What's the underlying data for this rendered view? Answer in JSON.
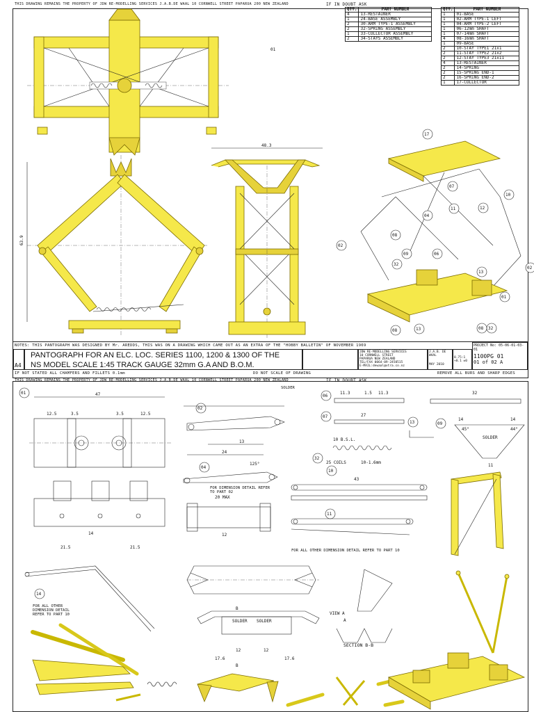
{
  "sheet1": {
    "header_note": "THIS DRAWING REMAINS THE PROPERTY OF JDW RE-MODELLING SERVICES J.A.B.DE WAAL 10 CORNWELL STREET PAPARUA 200 NEW ZEALAND",
    "if_in_doubt": "IF IN DOUBT ASK",
    "bom_left": {
      "headers": [
        "QTY.",
        "PART NUMBER"
      ],
      "rows": [
        [
          "4",
          "13-RESTAINER"
        ],
        [
          "1",
          "24-BASE ASSEMBLY"
        ],
        [
          "2",
          "30-ARM TYPE-1 ASSEMBLY"
        ],
        [
          "2",
          "32-SPRING ASSEMBLY"
        ],
        [
          "1",
          "33-COLLECTOR ASSEMBLY"
        ],
        [
          "2",
          "34-STAYS ASSEMBLY"
        ]
      ]
    },
    "bom_right": {
      "headers": [
        "QTY.",
        "PART NUMBER"
      ],
      "rows": [
        [
          "1",
          "01-BASE"
        ],
        [
          "1",
          "02-ARM TYPE-1 LEFT"
        ],
        [
          "1",
          "04-ARM TYPE-2 LEFT"
        ],
        [
          "1",
          "06-12mm SHAFT"
        ],
        [
          "1",
          "07-14mm SHAFT"
        ],
        [
          "4",
          "08-16mm SHAFT"
        ],
        [
          "1",
          "09-BASE"
        ],
        [
          "2",
          "10-STAY TYPE1 21x1"
        ],
        [
          "2",
          "11-STAY TYPE2 21x2"
        ],
        [
          "2",
          "12-STAY TYPE3 21x11"
        ],
        [
          "4",
          "13-RESTAINER"
        ],
        [
          "2",
          "14-SPRING"
        ],
        [
          "2",
          "15-SPRING END-1"
        ],
        [
          "2",
          "16-SPRING END-2"
        ],
        [
          "1",
          "17-COLLECTOR"
        ]
      ]
    },
    "dims": {
      "width": "48.3",
      "height": "63.9"
    },
    "balloons": [
      "17",
      "10",
      "07",
      "12",
      "11",
      "01",
      "04",
      "09",
      "08",
      "02",
      "32",
      "06",
      "13",
      "02",
      "01",
      "08",
      "13",
      "32",
      "08"
    ],
    "notes": "NOTES: THIS PANTOGRAPH WAS DESIGNED BY Mr. AREDDS, THIS WAS ON A DRAWING WHICH CAME OUT AS AN EXTRA OF THE \"HOBBY BALLETIN\" OF NOVEMBER 1969",
    "project_no_label": "PROJECT No:",
    "project_no": "05-06-01-03-01",
    "size": "A4",
    "title_line1": "PANTOGRAPH FOR AN ELC. LOC. SERIES 1100, 1200 & 1300 OF THE",
    "title_line2": "NS MODEL SCALE 1:45 TRACK GAUGE 32mm G.A AND B.O.M.",
    "company_lines": [
      "JDW RE-MODELLING SERVICES",
      "10 CORNWELL STREET",
      "PAPARUA NEW ZEALAND",
      "TEL/FAX 0064-09-2450515",
      "E-MAIL:dewaal@xtra.co.nz"
    ],
    "drawn_by": "J.A.B. DE WAAL",
    "date": "MAY 2010",
    "scale_line1": "0.75:1",
    "scale_line2": "+0.1 ±0",
    "drawing_no": "1100PG",
    "rev_sheet": "01",
    "sheet_of": "01 of 02",
    "rev": "A",
    "footer_left": "IF NOT STATED ALL CHAMFERS AND FILLETS 0.1mm",
    "footer_mid": "DO NOT SCALE OF DRAWING",
    "footer_right": "REMOVE ALL BURS AND SHARP EDGES"
  },
  "sheet2": {
    "header_note": "THIS DRAWING REMAINS THE PROPERTY OF JDW RE-MODELLING SERVICES J.A.B.DE WAAL 10 CORNWELL STREET PAPARUA 200 NEW ZEALAND",
    "if_in_doubt": "IF IN DOUBT ASK",
    "part_balloons": [
      "01",
      "02",
      "04",
      "06",
      "07",
      "32",
      "10",
      "11",
      "13",
      "09",
      "14"
    ],
    "dims_base": {
      "length": "47",
      "d1": "12.5",
      "d2": "3.5",
      "d3": "3.5",
      "d4": "12.5",
      "h1": "14",
      "h2": "21.5",
      "h3": "21.5"
    },
    "dims_misc": {
      "shaft": "11.3",
      "shaft2": "1.5",
      "shaft3": "11.3",
      "len27": "27",
      "len32": "32",
      "len43": "43",
      "len24": "24",
      "len13": "13",
      "max20": "20 MAX",
      "len12": "12",
      "len14": "14",
      "len11": "11",
      "len17_6a": "17.6",
      "len17_6b": "17.6",
      "len12b": "12",
      "len12c": "12"
    },
    "spring_label": "10 B.S.L.",
    "coils_label": "25 COILS",
    "wire_label": "10-1.6mm",
    "solder_1": "SOLDER",
    "solder_2": "SOLDER",
    "solder_3": "SOLDER",
    "solder_4": "SOLDER",
    "note_part2": "FOR DIMENSION DETAIL REFER TO PART 02",
    "note_part10": "FOR ALL OTHER DIMENSION DETAIL REFER TO PART 10",
    "note_part10b": "FOR ALL OTHER DIMENSION DETAIL REFER TO PART 10",
    "section_label": "SECTION B-B",
    "view_label": "VIEW A",
    "view_a": "A",
    "b_label": "B",
    "b_label2": "B",
    "angles": [
      "45°",
      "44°",
      "125°"
    ]
  }
}
